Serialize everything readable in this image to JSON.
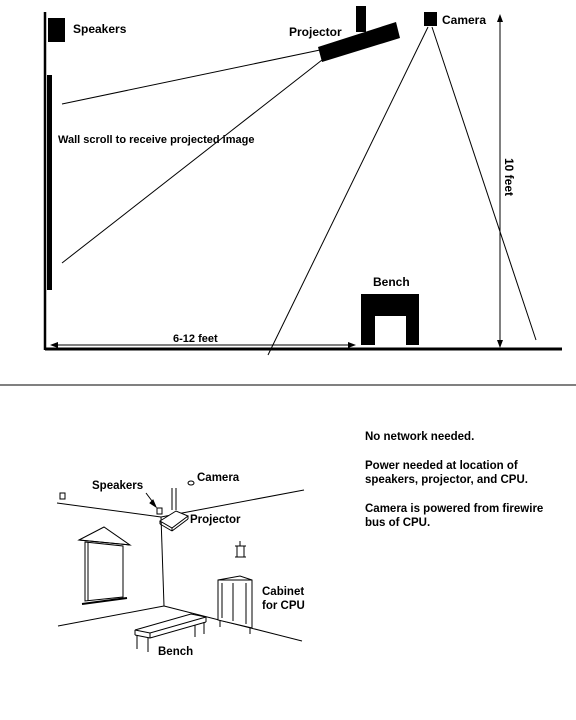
{
  "side_view": {
    "speakers_label": "Speakers",
    "projector_label": "Projector",
    "camera_label": "Camera",
    "wall_scroll_label": "Wall scroll to receive projected image",
    "height_label": "10 feet",
    "bench_label": "Bench",
    "distance_label": "6-12 feet"
  },
  "room_view": {
    "speakers_label": "Speakers",
    "camera_label": "Camera",
    "projector_label": "Projector",
    "cabinet_label_line1": "Cabinet",
    "cabinet_label_line2": "for CPU",
    "bench_label": "Bench"
  },
  "notes": {
    "network": "No network needed.",
    "power": "Power needed at location of speakers, projector, and CPU.",
    "camera_power": "Camera is powered from firewire bus of CPU."
  }
}
